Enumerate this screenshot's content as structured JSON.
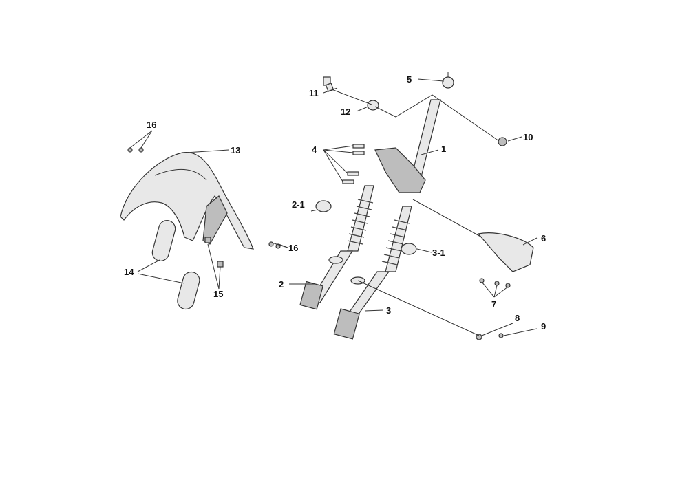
{
  "diagram": {
    "type": "exploded-parts-view",
    "callouts": [
      {
        "id": "p5",
        "text": "5"
      },
      {
        "id": "p11",
        "text": "11"
      },
      {
        "id": "p12",
        "text": "12"
      },
      {
        "id": "p10",
        "text": "10"
      },
      {
        "id": "p16a",
        "text": "16"
      },
      {
        "id": "p13",
        "text": "13"
      },
      {
        "id": "p4",
        "text": "4"
      },
      {
        "id": "p1",
        "text": "1"
      },
      {
        "id": "p2-1",
        "text": "2-1"
      },
      {
        "id": "p16b",
        "text": "16"
      },
      {
        "id": "p6",
        "text": "6"
      },
      {
        "id": "p3-1",
        "text": "3-1"
      },
      {
        "id": "p14",
        "text": "14"
      },
      {
        "id": "p2",
        "text": "2"
      },
      {
        "id": "p15",
        "text": "15"
      },
      {
        "id": "p7",
        "text": "7"
      },
      {
        "id": "p3",
        "text": "3"
      },
      {
        "id": "p8",
        "text": "8"
      },
      {
        "id": "p9",
        "text": "9"
      }
    ]
  }
}
